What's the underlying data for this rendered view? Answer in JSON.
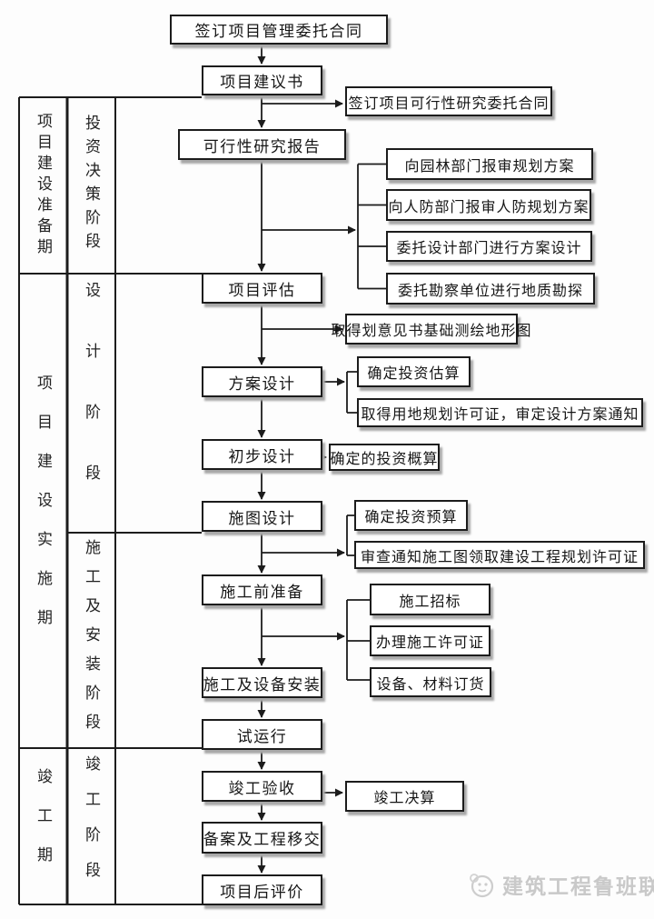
{
  "table": {
    "periods": [
      "项目建设准备期",
      "项目建设实施期",
      "竣工期"
    ],
    "phases": [
      "投资决策阶段",
      "设计阶段",
      "施工及安装阶段",
      "竣工阶段"
    ]
  },
  "flow": {
    "main": [
      "签订项目管理委托合同",
      "项目建议书",
      "可行性研究报告",
      "项目评估",
      "方案设计",
      "初步设计",
      "施图设计",
      "施工前准备",
      "施工及设备安装",
      "试运行",
      "竣工验收",
      "备案及工程移交",
      "项目后评价"
    ],
    "side": [
      "签订项目可行性研究委托合同",
      "向园林部门报审规划方案",
      "向人防部门报审人防规划方案",
      "委托设计部门进行方案设计",
      "委托勘察单位进行地质勘探",
      "取得划意见书基础测绘地形图",
      "确定投资估算",
      "取得用地规划许可证，审定设计方案通知",
      "确定的投资概算",
      "确定投资预算",
      "审查通知施工图领取建设工程规划许可证",
      "施工招标",
      "办理施工许可证",
      "设备、材料订货",
      "竣工决算"
    ]
  },
  "watermark": {
    "text": "建筑工程鲁班联盟"
  },
  "colors": {
    "line": "#1c1c1c",
    "shadow": "#a8a8a8",
    "watermark": "#c9c9c9"
  }
}
